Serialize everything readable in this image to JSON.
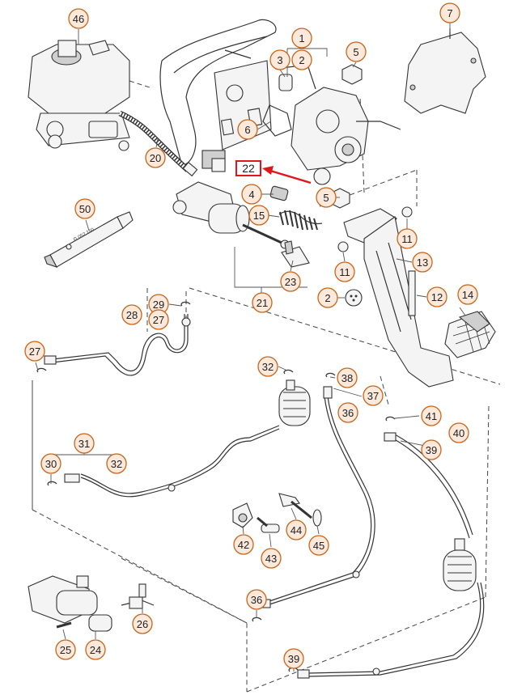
{
  "highlighted": {
    "number": "22",
    "accent": "#e0161b"
  },
  "callout_color": "#c8651b",
  "callouts": [
    {
      "id": "c46",
      "label": "46",
      "name": "callout-46"
    },
    {
      "id": "c7",
      "label": "7",
      "name": "callout-7"
    },
    {
      "id": "c1",
      "label": "1",
      "name": "callout-1"
    },
    {
      "id": "c3",
      "label": "3",
      "name": "callout-3"
    },
    {
      "id": "c2a",
      "label": "2",
      "name": "callout-2-upper"
    },
    {
      "id": "c5a",
      "label": "5",
      "name": "callout-5-upper"
    },
    {
      "id": "c6",
      "label": "6",
      "name": "callout-6"
    },
    {
      "id": "c20",
      "label": "20",
      "name": "callout-20"
    },
    {
      "id": "c4",
      "label": "4",
      "name": "callout-4"
    },
    {
      "id": "c5b",
      "label": "5",
      "name": "callout-5-lower"
    },
    {
      "id": "c15",
      "label": "15",
      "name": "callout-15"
    },
    {
      "id": "c50",
      "label": "50",
      "name": "callout-50"
    },
    {
      "id": "c11a",
      "label": "11",
      "name": "callout-11-right"
    },
    {
      "id": "c11b",
      "label": "11",
      "name": "callout-11-left"
    },
    {
      "id": "c13",
      "label": "13",
      "name": "callout-13"
    },
    {
      "id": "c14",
      "label": "14",
      "name": "callout-14"
    },
    {
      "id": "c23",
      "label": "23",
      "name": "callout-23"
    },
    {
      "id": "c2b",
      "label": "2",
      "name": "callout-2-lower"
    },
    {
      "id": "c12",
      "label": "12",
      "name": "callout-12"
    },
    {
      "id": "c21",
      "label": "21",
      "name": "callout-21"
    },
    {
      "id": "c29",
      "label": "29",
      "name": "callout-29"
    },
    {
      "id": "c28",
      "label": "28",
      "name": "callout-28"
    },
    {
      "id": "c27a",
      "label": "27",
      "name": "callout-27-upper"
    },
    {
      "id": "c27b",
      "label": "27",
      "name": "callout-27-left"
    },
    {
      "id": "c32a",
      "label": "32",
      "name": "callout-32-upper"
    },
    {
      "id": "c38",
      "label": "38",
      "name": "callout-38"
    },
    {
      "id": "c37",
      "label": "37",
      "name": "callout-37"
    },
    {
      "id": "c36a",
      "label": "36",
      "name": "callout-36-upper"
    },
    {
      "id": "c41",
      "label": "41",
      "name": "callout-41"
    },
    {
      "id": "c40",
      "label": "40",
      "name": "callout-40"
    },
    {
      "id": "c39a",
      "label": "39",
      "name": "callout-39-upper"
    },
    {
      "id": "c31",
      "label": "31",
      "name": "callout-31"
    },
    {
      "id": "c30",
      "label": "30",
      "name": "callout-30"
    },
    {
      "id": "c32b",
      "label": "32",
      "name": "callout-32-lower"
    },
    {
      "id": "c42",
      "label": "42",
      "name": "callout-42"
    },
    {
      "id": "c44",
      "label": "44",
      "name": "callout-44"
    },
    {
      "id": "c43",
      "label": "43",
      "name": "callout-43"
    },
    {
      "id": "c45",
      "label": "45",
      "name": "callout-45"
    },
    {
      "id": "c36b",
      "label": "36",
      "name": "callout-36-lower"
    },
    {
      "id": "c26",
      "label": "26",
      "name": "callout-26"
    },
    {
      "id": "c25",
      "label": "25",
      "name": "callout-25"
    },
    {
      "id": "c24",
      "label": "24",
      "name": "callout-24"
    },
    {
      "id": "c39b",
      "label": "39",
      "name": "callout-39-lower"
    }
  ],
  "tube_text": "G 052 150"
}
